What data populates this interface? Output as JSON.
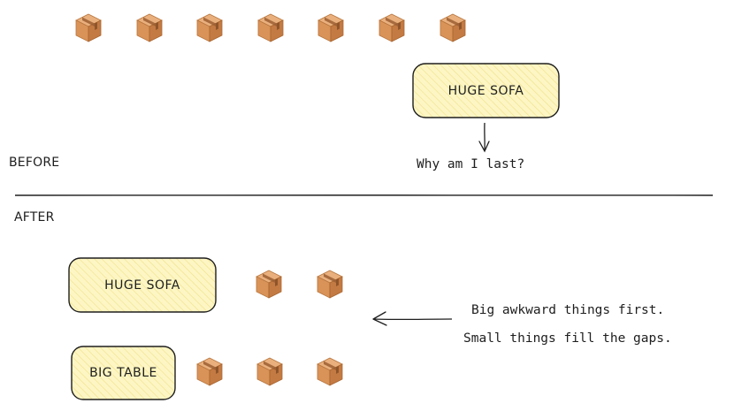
{
  "sections": {
    "before_label": "BEFORE",
    "after_label": "AFTER"
  },
  "before": {
    "small_box_count": 7,
    "large_item": "HUGE SOFA",
    "question": "Why am I last?"
  },
  "after": {
    "rows": [
      {
        "large_item": "HUGE SOFA",
        "small_box_count": 2
      },
      {
        "large_item": "BIG TABLE",
        "small_box_count": 3
      }
    ],
    "note_lines": [
      "Big awkward things first.",
      "Small things fill the gaps."
    ]
  },
  "colors": {
    "item_fill": "#fdf6c4",
    "item_stroke": "#1e1e1e",
    "box_light": "#e0a06c",
    "box_dark": "#c57a45",
    "box_tape": "#8b5a33",
    "divider": "#1e1e1e"
  },
  "icons": {
    "small_item": "cardboard-box-icon"
  }
}
